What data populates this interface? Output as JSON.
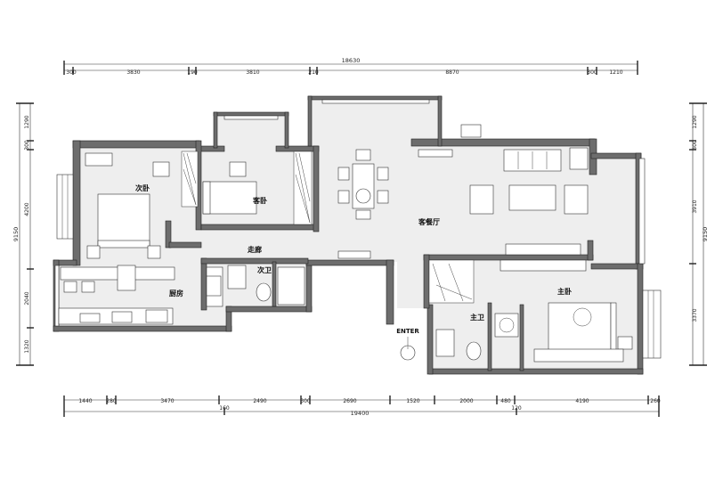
{
  "rooms": {
    "second_bedroom": "次卧",
    "guest_bedroom": "客卧",
    "living_dining": "客餐厅",
    "corridor": "走廊",
    "kitchen": "厨房",
    "second_bath": "次卫",
    "master_bath": "主卫",
    "master_bedroom": "主卧",
    "entrance": "ENTER"
  },
  "dimensions": {
    "top_total": "18630",
    "top": [
      "300",
      "3830",
      "190",
      "3810",
      "210",
      "8870",
      "300",
      "1210"
    ],
    "bottom_upper": [
      "1440",
      "280",
      "3470",
      "2490",
      "300",
      "2690",
      "1520",
      "2000",
      "480",
      "4190",
      "260"
    ],
    "bottom_lower": [
      "160",
      "120"
    ],
    "bottom_total": "19400",
    "left_total": "9150",
    "left": [
      "1290",
      "300",
      "4200",
      "2040",
      "1320"
    ],
    "right_total": "9150",
    "right": [
      "1290",
      "300",
      "3910",
      "3370"
    ]
  }
}
